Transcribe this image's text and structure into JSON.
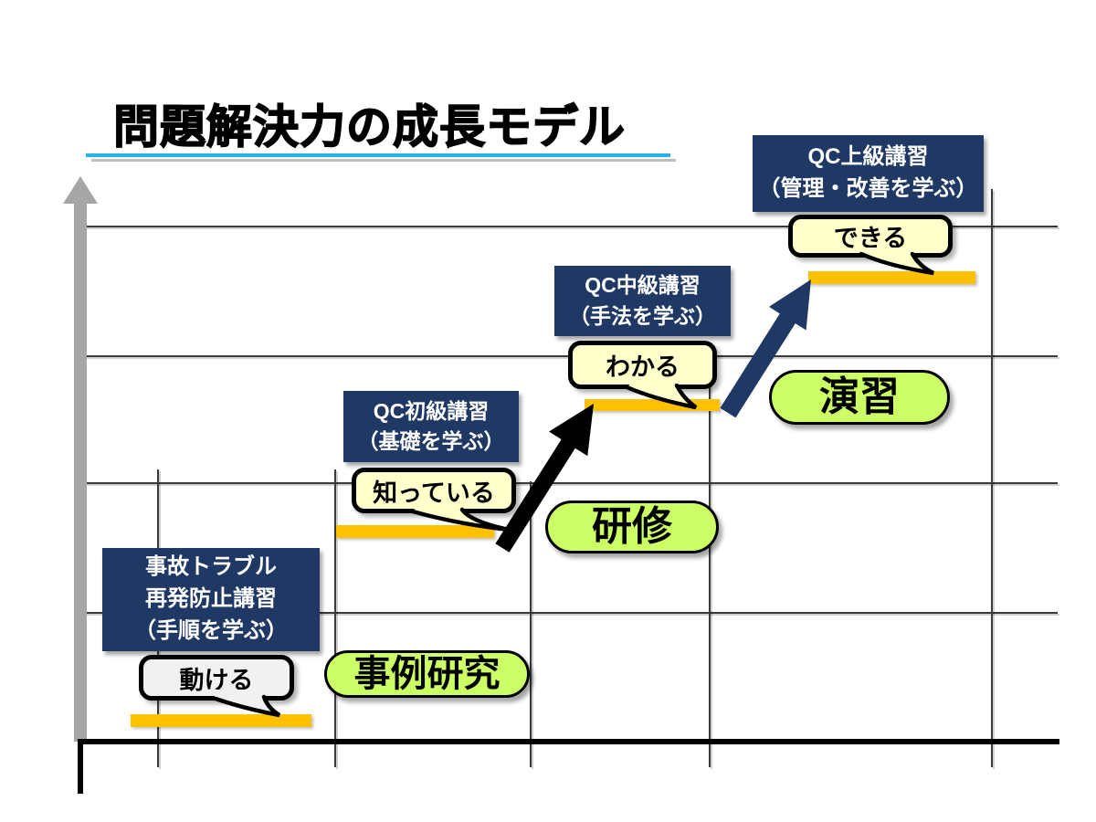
{
  "title": "問題解決力の成長モデル",
  "steps": [
    {
      "course_line1": "事故トラブル",
      "course_line2": "再発防止講習",
      "course_line3": "（手順を学ぶ）",
      "bubble": "動ける"
    },
    {
      "course_line1": "QC初級講習",
      "course_line2": "（基礎を学ぶ）",
      "bubble": "知っている"
    },
    {
      "course_line1": "QC中級講習",
      "course_line2": "（手法を学ぶ）",
      "bubble": "わかる"
    },
    {
      "course_line1": "QC上級講習",
      "course_line2": "（管理・改善を学ぶ）",
      "bubble": "できる"
    }
  ],
  "methods": [
    {
      "label": "事例研究"
    },
    {
      "label": "研修"
    },
    {
      "label": "演習"
    }
  ],
  "colors": {
    "navy_box": "#1F3864",
    "step_bar_orange": "#FFC000",
    "method_pill_green": "#CCFF66",
    "bubble_yellow": "#FFFFCC",
    "bubble_gray": "#F1F1F1",
    "title_underline_cyan": "#29B2E8",
    "axis_gray": "#A6A6A6",
    "arrow_black": "#000000",
    "arrow_navy": "#1F3864"
  }
}
